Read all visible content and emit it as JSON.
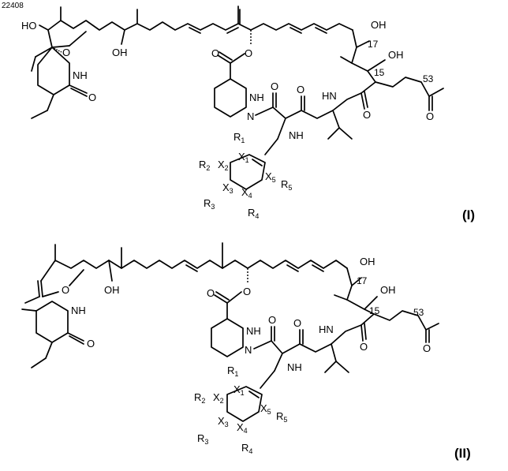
{
  "figure_id": "22408",
  "structures": [
    {
      "id": "I",
      "label": "(I)",
      "atoms": {
        "ho_top_left": "HO",
        "o_spiro": "O",
        "oh_mid": "OH",
        "o_ester": "O",
        "o_ester_carbonyl": "O",
        "oh_c17": "OH",
        "oh_c15": "OH",
        "o_ketone": "O",
        "o_lactam": "O",
        "nh_lactam": "NH",
        "nh_hydrazine": "NH",
        "n_hydrazine": "N",
        "o_amide1": "O",
        "nh_amide1": "NH",
        "o_amide2": "O",
        "hn_amide2": "HN",
        "o_amide3": "O"
      },
      "numbers": {
        "c17": "17",
        "c15": "15",
        "c53": "53"
      },
      "substituents": {
        "r1": "R",
        "r2": "R",
        "r3": "R",
        "r4": "R",
        "r5": "R",
        "x1": "X",
        "x2": "X",
        "x3": "X",
        "x4": "X",
        "x5": "X"
      },
      "subscripts": [
        "1",
        "2",
        "3",
        "4",
        "5"
      ]
    },
    {
      "id": "II",
      "label": "(II)",
      "atoms": {
        "o_spiro": "O",
        "oh_mid": "OH",
        "o_ester": "O",
        "o_ester_carbonyl": "O",
        "oh_c17": "OH",
        "oh_c15": "OH",
        "o_ketone": "O",
        "o_lactam": "O",
        "nh_lactam": "NH",
        "nh_hydrazine": "NH",
        "n_hydrazine": "N",
        "o_amide1": "O",
        "nh_amide1": "NH",
        "o_amide2": "O",
        "hn_amide2": "HN",
        "o_amide3": "O"
      },
      "numbers": {
        "c17": "17",
        "c15": "15",
        "c53": "53"
      },
      "substituents": {
        "r1": "R",
        "r2": "R",
        "r3": "R",
        "r4": "R",
        "r5": "R",
        "x1": "X",
        "x2": "X",
        "x3": "X",
        "x4": "X",
        "x5": "X"
      },
      "subscripts": [
        "1",
        "2",
        "3",
        "4",
        "5"
      ]
    }
  ]
}
